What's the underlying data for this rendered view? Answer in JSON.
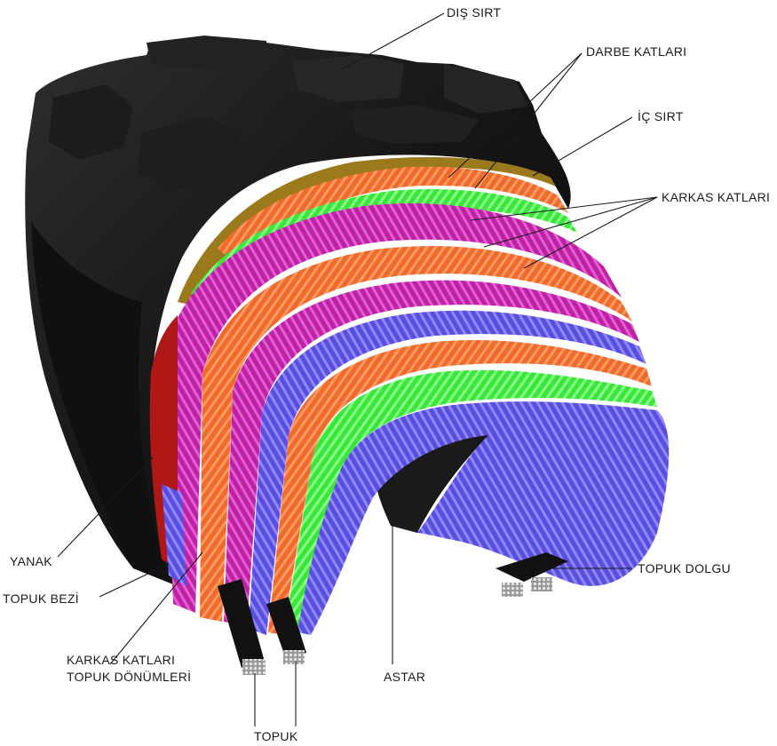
{
  "labels": {
    "dis_sirt": "DIŞ SIRT",
    "darbe_katlari": "DARBE KATLARI",
    "ic_sirt": "İÇ SIRT",
    "karkas_katlari": "KARKAS KATLARI",
    "topuk_dolgu": "TOPUK DOLGU",
    "yanak": "YANAK",
    "topuk_bezi": "TOPUK BEZİ",
    "karkas_topuk_line1": "KARKAS KATLARI",
    "karkas_topuk_line2": "TOPUK DÖNÜMLERİ",
    "astar": "ASTAR",
    "topuk": "TOPUK"
  },
  "colors": {
    "rubber": "#151515",
    "rubber_edge": "#2a2a2a",
    "inner_tread": "#9a7a1c",
    "breaker_orange": "#f06a2a",
    "breaker_green": "#39e63a",
    "carcass_magenta": "#c020a8",
    "carcass_blue": "#5a4ee0",
    "bead_cloth_red": "#b01818",
    "bead_wire": "#c8c8c8"
  }
}
